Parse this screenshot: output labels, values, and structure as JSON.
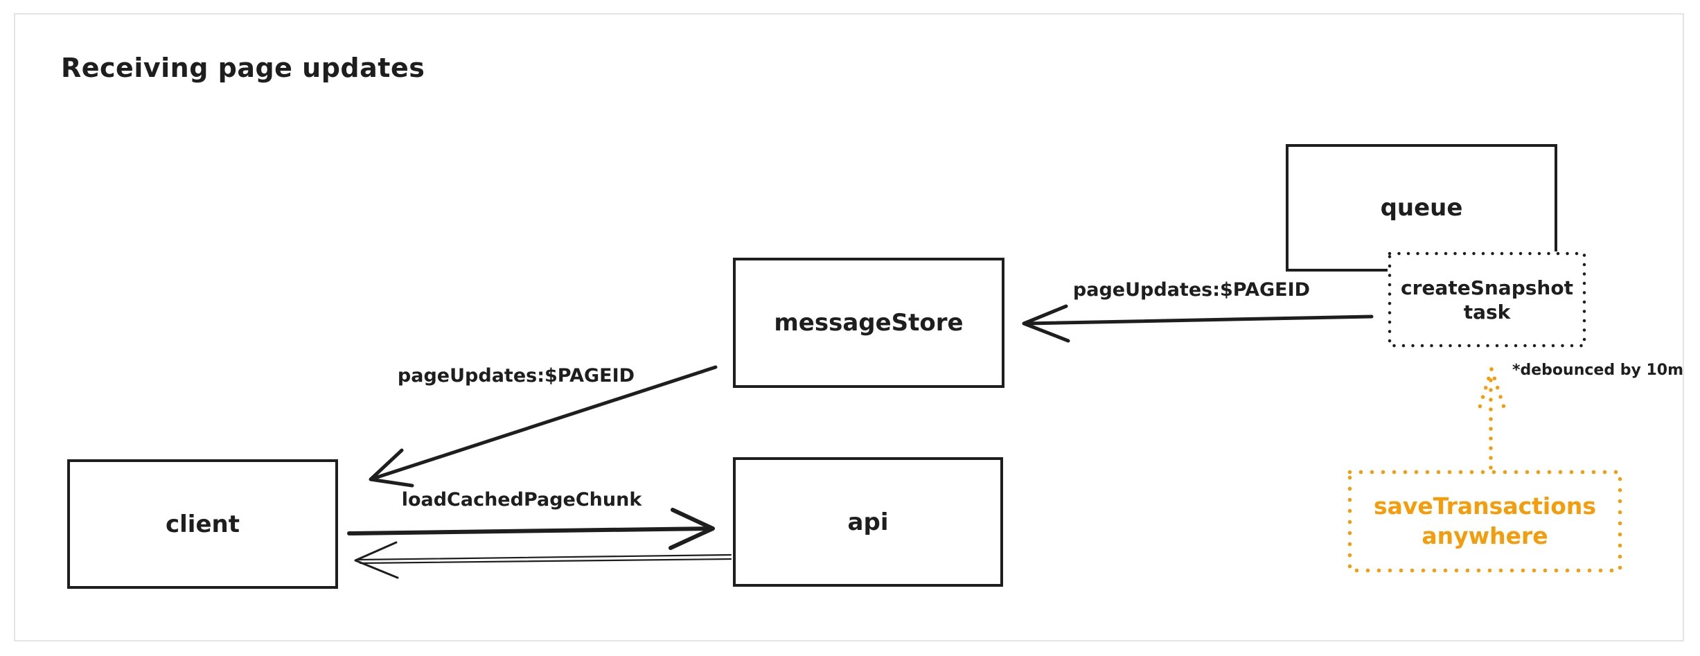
{
  "title": "Receiving page updates",
  "colors": {
    "stroke": "#1e1e1e",
    "accent_orange": "#f59c0b",
    "frame_border": "#e4e4e8",
    "background": "#ffffff"
  },
  "nodes": {
    "queue": {
      "label": "queue",
      "style": "solid"
    },
    "create_snapshot": {
      "line1": "createSnapshot",
      "line2": "task",
      "style": "dotted"
    },
    "message_store": {
      "label": "messageStore",
      "style": "solid"
    },
    "client": {
      "label": "client",
      "style": "solid"
    },
    "api": {
      "label": "api",
      "style": "solid"
    },
    "save_transactions": {
      "line1": "saveTransactions",
      "line2": "anywhere",
      "style": "dotted-orange"
    }
  },
  "edges": [
    {
      "id": "snapshot-to-messagestore",
      "from": "create_snapshot",
      "to": "message_store",
      "label": "pageUpdates:$PAGEID",
      "style": "solid-arrow"
    },
    {
      "id": "messagestore-to-client",
      "from": "message_store",
      "to": "client",
      "label": "pageUpdates:$PAGEID",
      "style": "solid-arrow"
    },
    {
      "id": "client-to-api",
      "from": "client",
      "to": "api",
      "label": "loadCachedPageChunk",
      "style": "solid-arrow"
    },
    {
      "id": "api-to-client",
      "from": "api",
      "to": "client",
      "label": "",
      "style": "thin-double-arrow"
    },
    {
      "id": "savetransactions-to-snapshot",
      "from": "save_transactions",
      "to": "create_snapshot",
      "label": "*debounced by 10m",
      "style": "dotted-orange-arrow"
    }
  ]
}
